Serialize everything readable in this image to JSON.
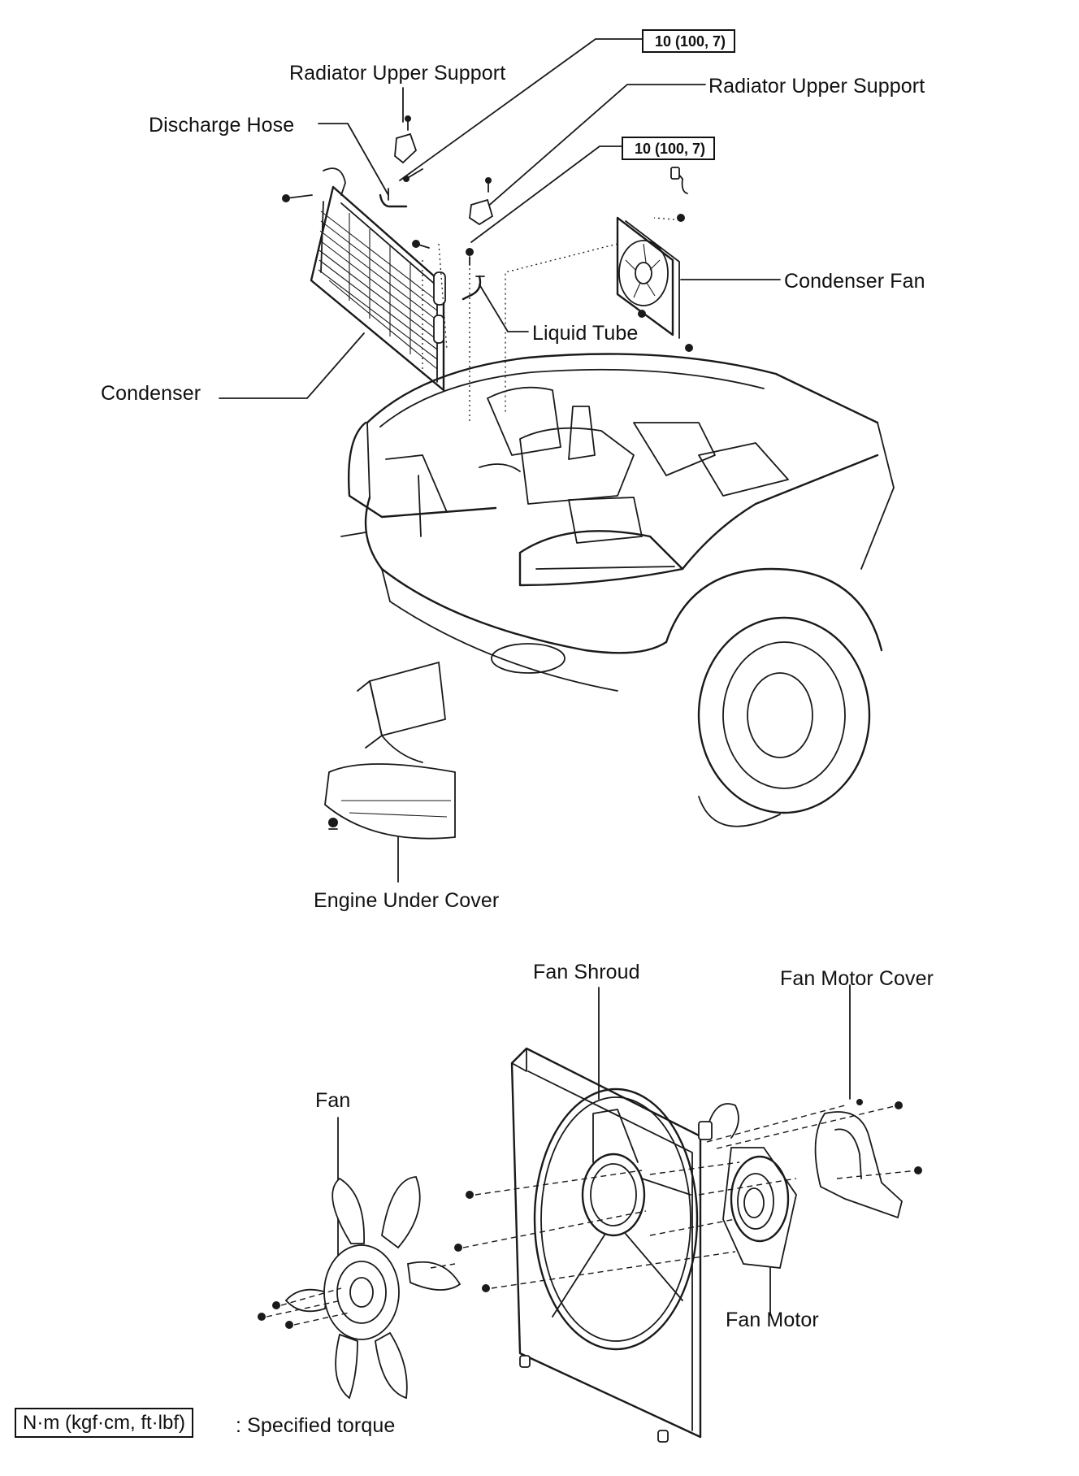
{
  "labels": {
    "radiator_upper_support_left": "Radiator Upper Support",
    "radiator_upper_support_right": "Radiator Upper Support",
    "discharge_hose": "Discharge Hose",
    "condenser_fan": "Condenser Fan",
    "liquid_tube": "Liquid Tube",
    "condenser": "Condenser",
    "engine_under_cover": "Engine Under Cover",
    "fan_shroud": "Fan Shroud",
    "fan_motor_cover": "Fan Motor Cover",
    "fan": "Fan",
    "fan_motor": "Fan Motor"
  },
  "torque_specs": {
    "upper": "10 (100, 7)",
    "lower": "10 (100, 7)"
  },
  "legend": {
    "unit_box": "N·m (kgf·cm, ft·lbf)",
    "description": ": Specified torque"
  }
}
